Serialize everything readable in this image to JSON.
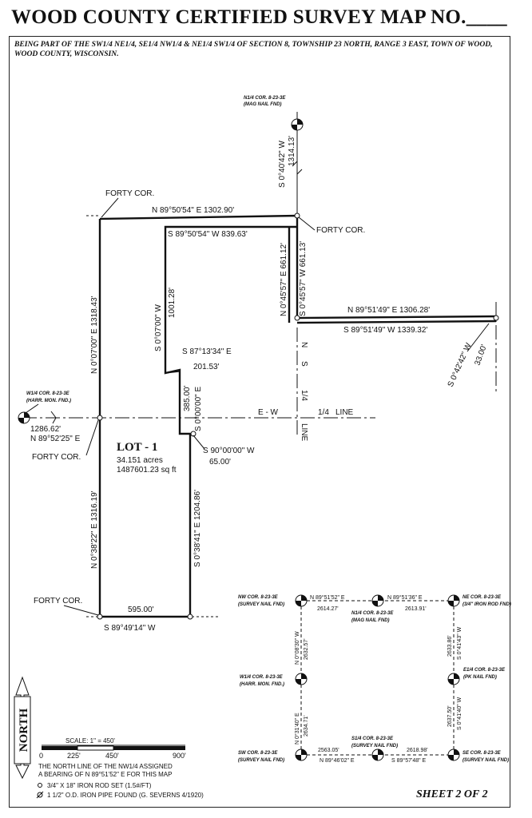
{
  "header": {
    "title": "WOOD COUNTY CERTIFIED SURVEY MAP NO.____",
    "subtitle": "BEING PART OF THE SW1/4 NE1/4, SE1/4 NW1/4 & NE1/4 SW1/4 OF SECTION 8, TOWNSHIP 23 NORTH, RANGE 3 EAST, TOWN OF WOOD, WOOD COUNTY, WISCONSIN."
  },
  "corners": {
    "n_quarter": {
      "line1": "N1/4 COR. 8-23-3E",
      "line2": "(MAG NAIL FND)"
    },
    "w_quarter": {
      "line1": "W1/4 COR. 8-23-3E",
      "line2": "(HARR. MON. FND.)"
    },
    "forty_nw": "FORTY COR.",
    "forty_ne": "FORTY COR.",
    "forty_w": "FORTY COR.",
    "forty_sw": "FORTY COR."
  },
  "bearings": {
    "north_tie": "S 0°40'42\" W",
    "north_tie_dist": "1314.13'",
    "top_line": "N 89°50'54\" E   1302.90'",
    "inner_top": "S 89°50'54\" W   839.63'",
    "west_upper": "N 0°07'00\" E   1318.43'",
    "inner_west_bearing": "S 0°07'00\" W",
    "inner_west_dist": "1001.28'",
    "east_seg_left": "N 0°45'57\" E   661.12'",
    "east_seg_right": "S 0°45'57\" W   661.13'",
    "arm_top": "N 89°51'49\" E   1306.28'",
    "arm_bottom": "S 89°51'49\" W   1339.32'",
    "far_east_bearing": "S 0°42'42\" W",
    "far_east_dist": "33.00'",
    "jog_bearing": "S 87°13'34\" E",
    "jog_dist": "201.53'",
    "jog_down_dist": "385.00'",
    "jog_down_bearing": "S 0°00'00\" E",
    "w_tie_dist": "1286.62'",
    "w_tie_bearing": "N 89°52'25\" E",
    "short_bearing": "S 90°00'00\" W",
    "short_dist": "65.00'",
    "west_lower": "N 0°38'22\" E   1316.19'",
    "east_lower": "S 0°38'41\" E   1204.86'",
    "bottom_dist": "595.00'",
    "bottom_bearing": "S 89°49'14\" W"
  },
  "quarter_line": {
    "ew": "E - W",
    "quarter": "1/4",
    "line": "LINE",
    "ns_n": "N",
    "ns_s": "S"
  },
  "lot": {
    "name": "LOT - 1",
    "acres": "34.151 acres",
    "sqft": "1487601.23 sq ft"
  },
  "section_diagram": {
    "nw": {
      "line1": "NW COR. 8-23-3E",
      "line2": "(SURVEY NAIL FND)"
    },
    "n": {
      "line1": "N1/4 COR. 8-23-3E",
      "line2": "(MAG NAIL FND)"
    },
    "ne": {
      "line1": "NE COR. 8-23-3E",
      "line2": "(3/4\" IRON ROD FND)"
    },
    "w": {
      "line1": "W1/4 COR. 8-23-3E",
      "line2": "(HARR. MON. FND.)"
    },
    "e": {
      "line1": "E1/4 COR. 8-23-3E",
      "line2": "(PK NAIL FND)"
    },
    "sw": {
      "line1": "SW COR. 8-23-3E",
      "line2": "(SURVEY NAIL FND)"
    },
    "s": {
      "line1": "S1/4 COR. 8-23-3E",
      "line2": "(SURVEY NAIL FND)"
    },
    "se": {
      "line1": "SE COR. 8-23-3E",
      "line2": "(SURVEY NAIL FND)"
    },
    "top_left_bearing": "N 89°51'52\" E",
    "top_left_dist": "2614.27'",
    "top_right_bearing": "N 89°51'36\" E",
    "top_right_dist": "2613.91'",
    "left_upper_bearing": "N 0°08'30\" W",
    "left_upper_dist": "2632.57'",
    "left_lower_bearing": "N 0°31'40\" E",
    "left_lower_dist": "2634.71'",
    "right_upper_dist": "2633.86'",
    "right_upper_bearing": "S 0°41'43\" W",
    "right_lower_dist": "2637.50'",
    "right_lower_bearing": "S 0°41'40\" W",
    "bottom_left_dist": "2563.05'",
    "bottom_left_bearing": "N 89°46'02\" E",
    "bottom_right_dist": "2618.98'",
    "bottom_right_bearing": "S 89°57'48\" E"
  },
  "north_arrow": "NORTH",
  "scale": {
    "label": "SCALE: 1\" = 450'",
    "t0": "0",
    "t1": "225'",
    "t2": "450'",
    "t3": "900'"
  },
  "legend": {
    "note1": "THE NORTH LINE OF THE NW1/4 ASSIGNED",
    "note2": "A BEARING OF N 89°51'52\" E FOR THIS MAP",
    "item1": "3/4\" X 18\" IRON ROD SET (1.5#/FT)",
    "item2": "1 1/2\" O.D. IRON PIPE FOUND (G. SEVERNS 4/1920)"
  },
  "sheet": "SHEET 2 OF 2"
}
